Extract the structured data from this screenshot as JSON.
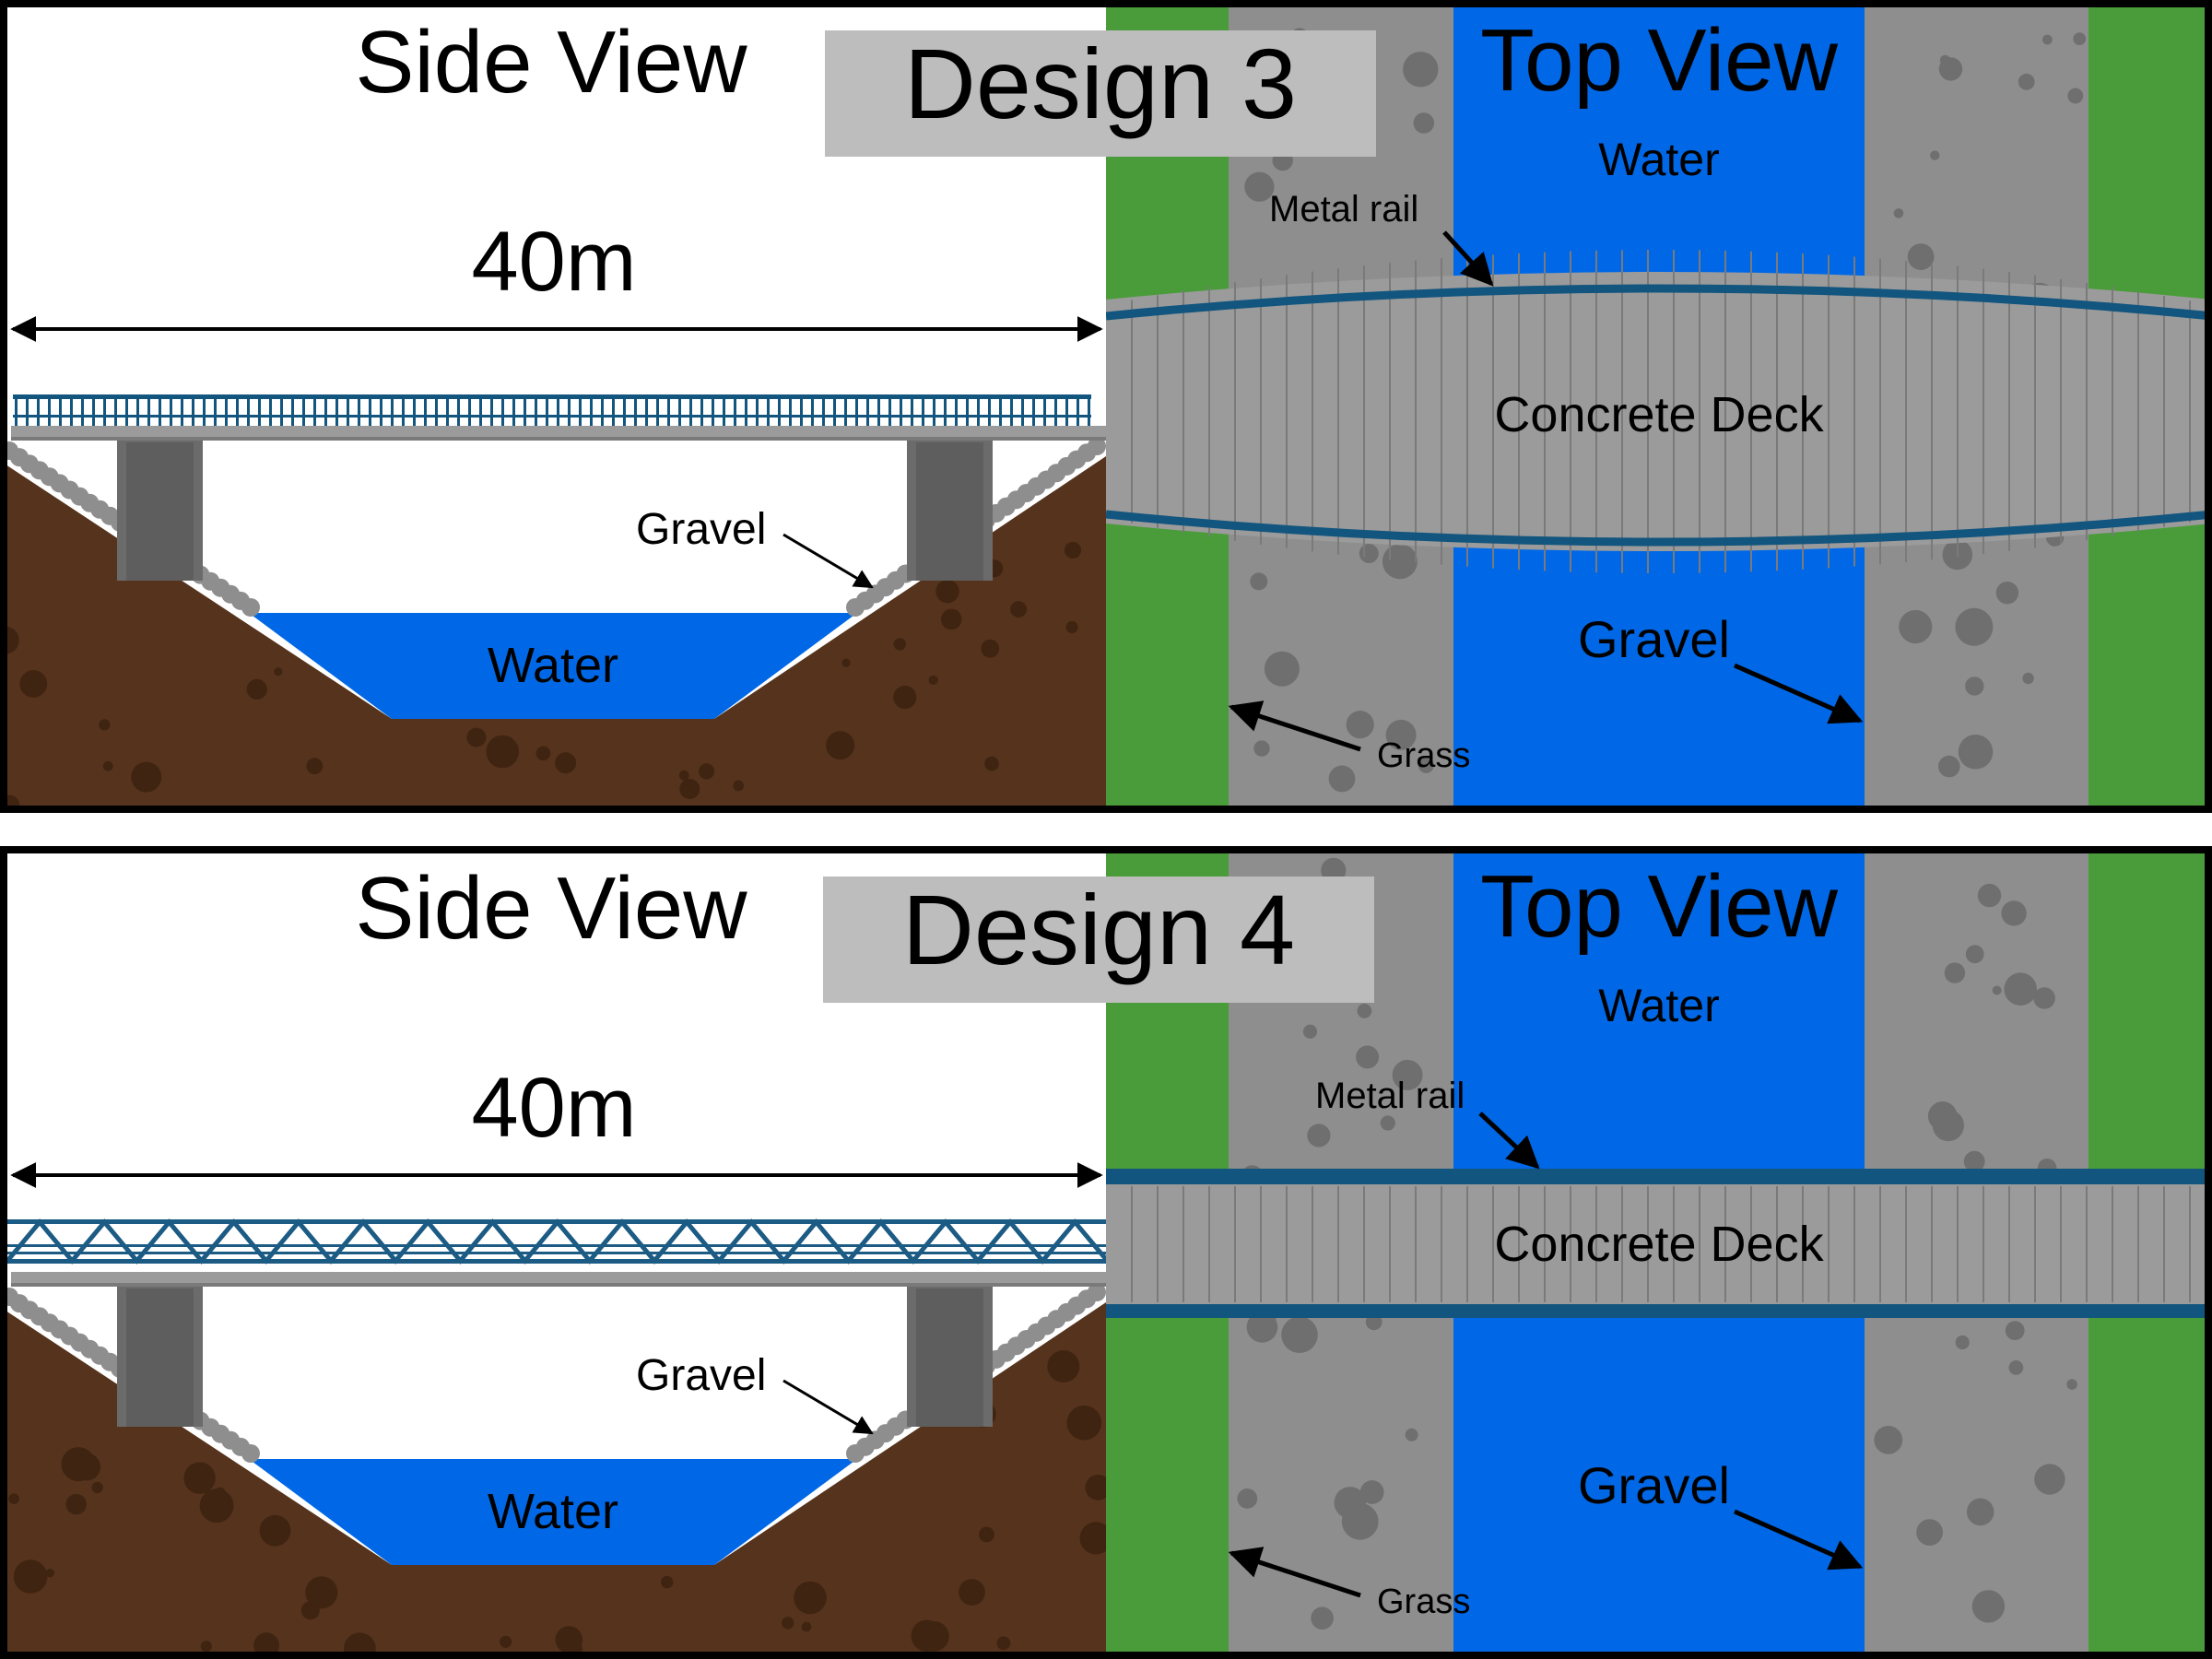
{
  "colors": {
    "grass": "#4a9c3a",
    "gravel": "#8e8e8e",
    "gravel_stone": "#6f6f6f",
    "water": "#0068e6",
    "soil": "#56331c",
    "soil_spot": "#3f2412",
    "pier": "#6b6b6b",
    "deck": "#9b9b9b",
    "deck_joint": "#7a7a7a",
    "rail": "#12557e",
    "truss": "#1c5b84",
    "title_box": "#bdbdbd",
    "border": "#000000"
  },
  "panels": [
    {
      "design_title": "Design 3",
      "rail_type": "railing",
      "deck_shape": "curved",
      "side": {
        "heading": "Side View",
        "span_label": "40m",
        "gravel_label": "Gravel",
        "water_label": "Water"
      },
      "top": {
        "heading": "Top View",
        "water_label": "Water",
        "rail_label": "Metal rail",
        "deck_label": "Concrete Deck",
        "gravel_label": "Gravel",
        "grass_label": "Grass"
      }
    },
    {
      "design_title": "Design 4",
      "rail_type": "truss",
      "deck_shape": "straight",
      "side": {
        "heading": "Side View",
        "span_label": "40m",
        "gravel_label": "Gravel",
        "water_label": "Water"
      },
      "top": {
        "heading": "Top View",
        "water_label": "Water",
        "rail_label": "Metal rail",
        "deck_label": "Concrete Deck",
        "gravel_label": "Gravel",
        "grass_label": "Grass"
      }
    }
  ]
}
